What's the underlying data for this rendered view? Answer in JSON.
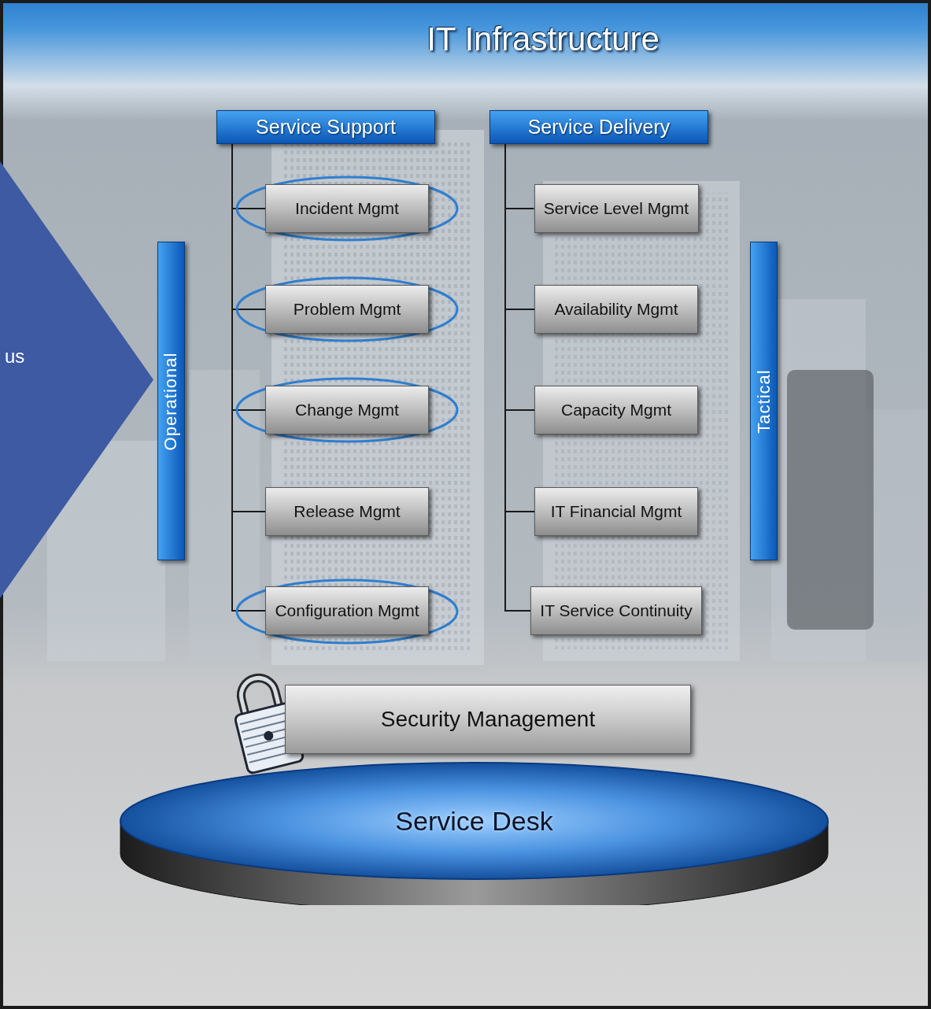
{
  "diagram": {
    "title": "IT Infrastructure",
    "nodes": [
      {
        "text": [
          "us"
        ]
      },
      {
        "text": [
          "Operational"
        ]
      },
      {
        "text": [
          "Service Support"
        ]
      },
      {
        "text": [
          "Service Delivery"
        ]
      },
      {
        "text": [
          "Tactical"
        ]
      },
      {
        "text": [
          "Incident Mgmt"
        ]
      },
      {
        "text": [
          "Problem Mgmt"
        ]
      },
      {
        "text": [
          "Change Mgmt"
        ]
      },
      {
        "text": [
          "Release Mgmt"
        ]
      },
      {
        "text": [
          "Configuration Mgmt"
        ]
      },
      {
        "text": [
          "Service Level Mgmt"
        ]
      },
      {
        "text": [
          "Availability Mgmt"
        ]
      },
      {
        "text": [
          "Capacity Mgmt"
        ]
      },
      {
        "text": [
          "IT Financial Mgmt"
        ]
      },
      {
        "text": [
          "IT Service Continuity"
        ]
      },
      {
        "text": [
          "Security Management"
        ]
      },
      {
        "text": [
          "Service Desk"
        ]
      }
    ],
    "edges": [
      {
        "from": 2,
        "to": 5,
        "arrow": "none"
      },
      {
        "from": 2,
        "to": 6,
        "arrow": "none"
      },
      {
        "from": 2,
        "to": 7,
        "arrow": "none"
      },
      {
        "from": 2,
        "to": 8,
        "arrow": "none"
      },
      {
        "from": 2,
        "to": 9,
        "arrow": "none"
      },
      {
        "from": 3,
        "to": 10,
        "arrow": "none"
      },
      {
        "from": 3,
        "to": 11,
        "arrow": "none"
      },
      {
        "from": 3,
        "to": 12,
        "arrow": "none"
      },
      {
        "from": 3,
        "to": 13,
        "arrow": "none"
      },
      {
        "from": 3,
        "to": 14,
        "arrow": "none"
      }
    ]
  }
}
